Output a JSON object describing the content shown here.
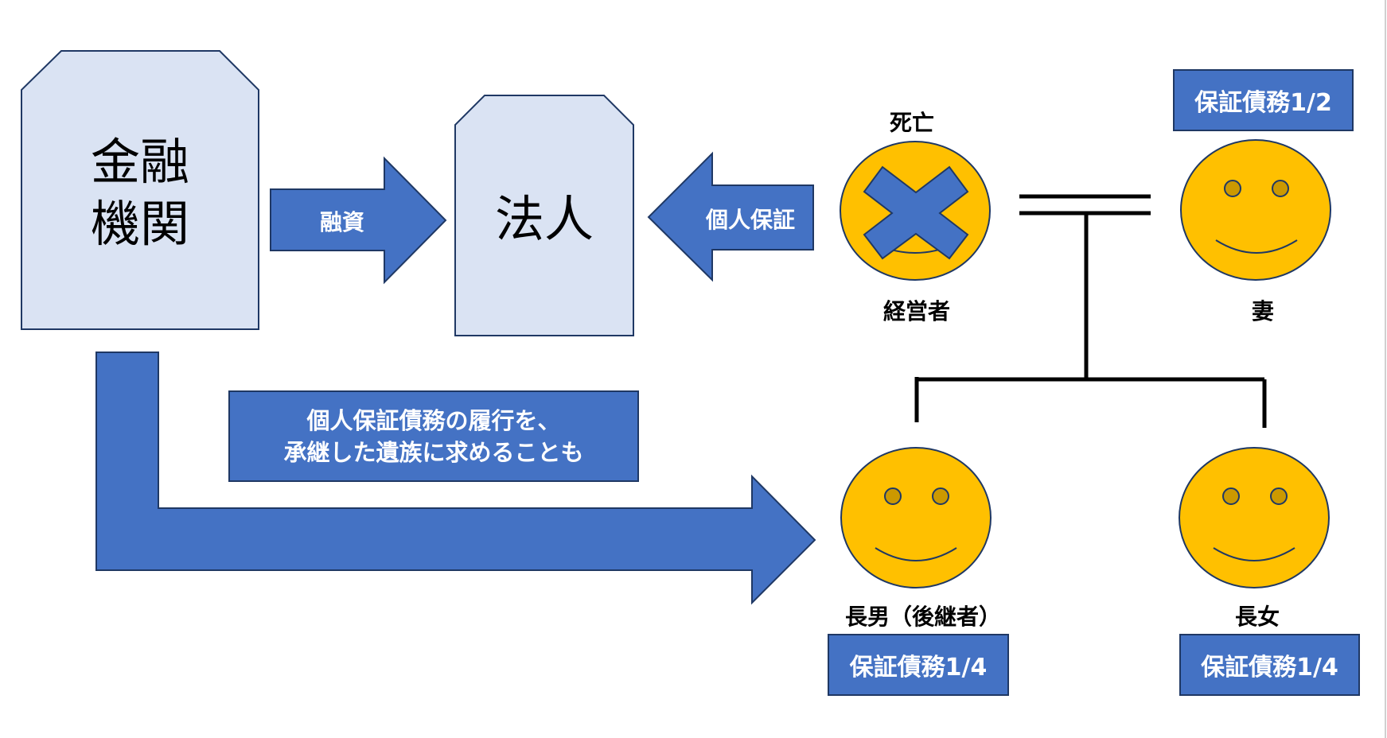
{
  "colors": {
    "entity_fill": "#DAE3F3",
    "entity_stroke": "#1F3864",
    "arrow_fill": "#4472C4",
    "arrow_stroke": "#1F3864",
    "face_fill": "#FFC000",
    "eye_fill": "#CC9900",
    "line_color": "#000000",
    "text_on_blue": "#FFFFFF"
  },
  "entities": {
    "financial_institution": {
      "line1": "金融",
      "line2": "機関"
    },
    "corporation": {
      "label": "法人"
    }
  },
  "arrows": {
    "loan": {
      "label": "融資"
    },
    "personal_guarantee": {
      "label": "個人保証"
    },
    "claim_to_heirs": {
      "line1": "個人保証債務の履行を、",
      "line2": "承継した遺族に求めることも"
    }
  },
  "people": {
    "manager": {
      "status": "死亡",
      "label": "経営者",
      "deceased": true
    },
    "wife": {
      "label": "妻",
      "share": "保証債務1/2"
    },
    "eldest_son": {
      "label": "長男（後継者）",
      "share": "保証債務1/4"
    },
    "eldest_daughter": {
      "label": "長女",
      "share": "保証債務1/4"
    }
  }
}
